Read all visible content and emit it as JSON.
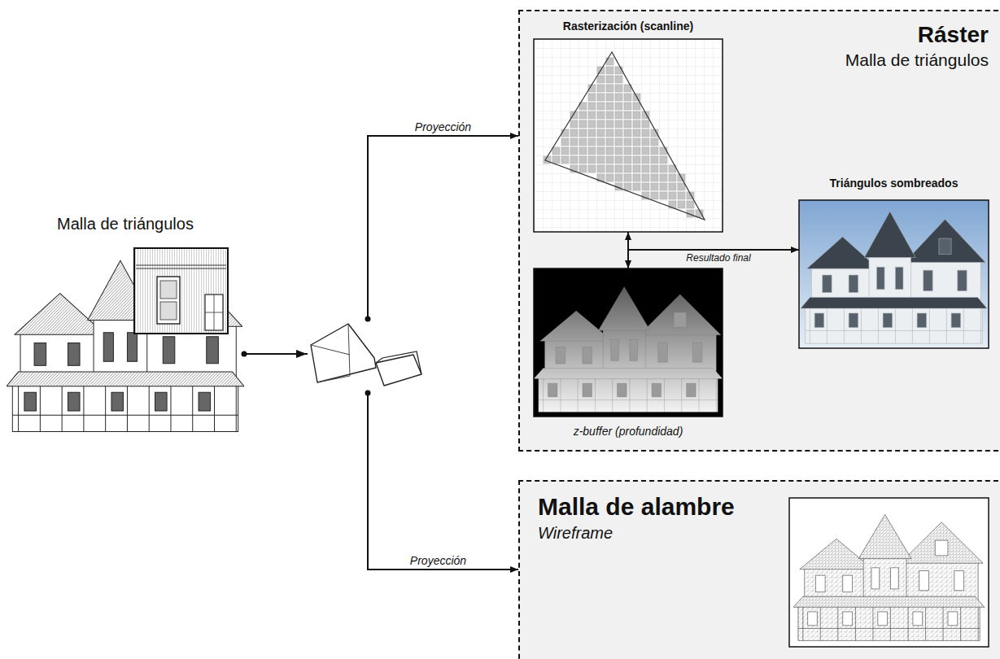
{
  "diagram": {
    "nodes": [
      {
        "text": [
          "Malla de triángulos"
        ]
      },
      {
        "text": [
          "Ráster",
          "Malla de triángulos"
        ]
      },
      {
        "text": [
          "Rasterización (scanline)"
        ],
        "in": 1
      },
      {
        "text": [
          "z-buffer (profundidad)"
        ],
        "in": 1
      },
      {
        "text": [
          "Triángulos sombreados"
        ],
        "in": 1
      },
      {
        "text": [
          "Malla de alambre",
          "Wireframe"
        ]
      }
    ],
    "edges": [
      {
        "from": 0,
        "to": 1,
        "arrow": "to",
        "label": "Proyección"
      },
      {
        "from": 0,
        "to": 5,
        "arrow": "to",
        "label": "Proyección"
      },
      {
        "from": 2,
        "to": 3,
        "arrow": "both"
      },
      {
        "from": 2,
        "to": 4,
        "arrow": "to",
        "label": "Resultado final"
      }
    ]
  }
}
